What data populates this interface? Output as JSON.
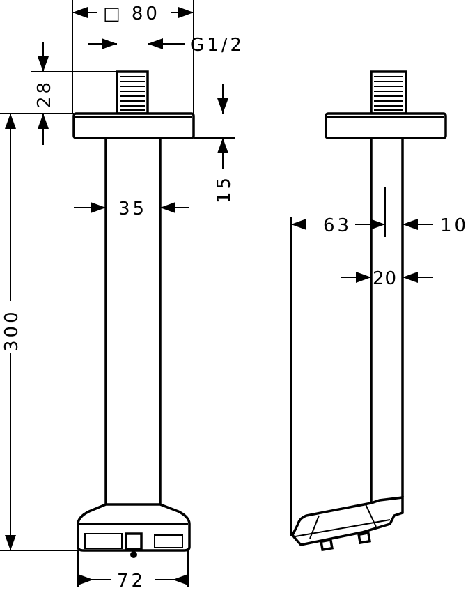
{
  "drawing": {
    "front_view": {
      "width_label": "□ 80",
      "thread_label": "G1/2",
      "thread_height_label": "28",
      "flange_height_label": "15",
      "tube_width_label": "35",
      "total_height_label": "300",
      "head_width_label": "72"
    },
    "side_view": {
      "offset_label": "63",
      "gap_label": "10",
      "tube_depth_label": "20"
    }
  }
}
